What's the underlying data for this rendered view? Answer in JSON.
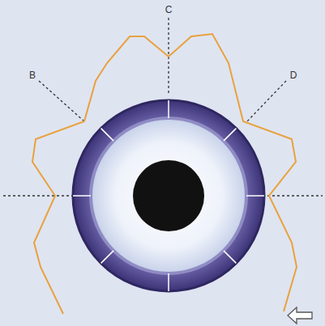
{
  "diagram": {
    "labels": [
      "B",
      "C",
      "D"
    ]
  }
}
